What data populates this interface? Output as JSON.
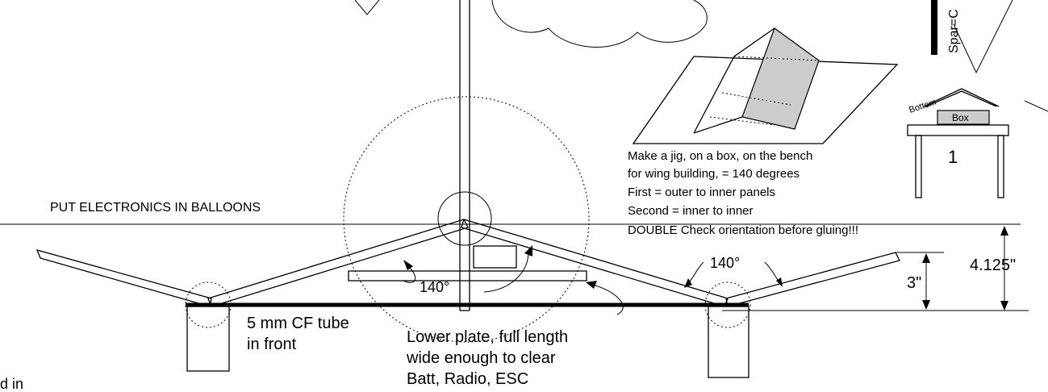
{
  "labels": {
    "put_electronics": "PUT ELECTRONICS IN BALLOONS",
    "jig_lines": [
      "Make a jig, on a box, on the bench",
      "for wing building, = 140 degrees",
      "First = outer to inner panels",
      "Second = inner to inner",
      "DOUBLE Check orientation before gluing!!!"
    ],
    "bottom": "Bottom",
    "box": "Box",
    "one": "1",
    "spar": "Spar=C",
    "angle_center": "140°",
    "angle_right": "140°",
    "dim_3": "3\"",
    "dim_4125": "4.125\"",
    "cf_tube_1": "5 mm CF tube",
    "cf_tube_2": "in front",
    "lower_plate": [
      "Lower plate, full length",
      "wide enough to clear",
      "Batt, Radio, ESC"
    ],
    "edge_fragment": "d in"
  }
}
